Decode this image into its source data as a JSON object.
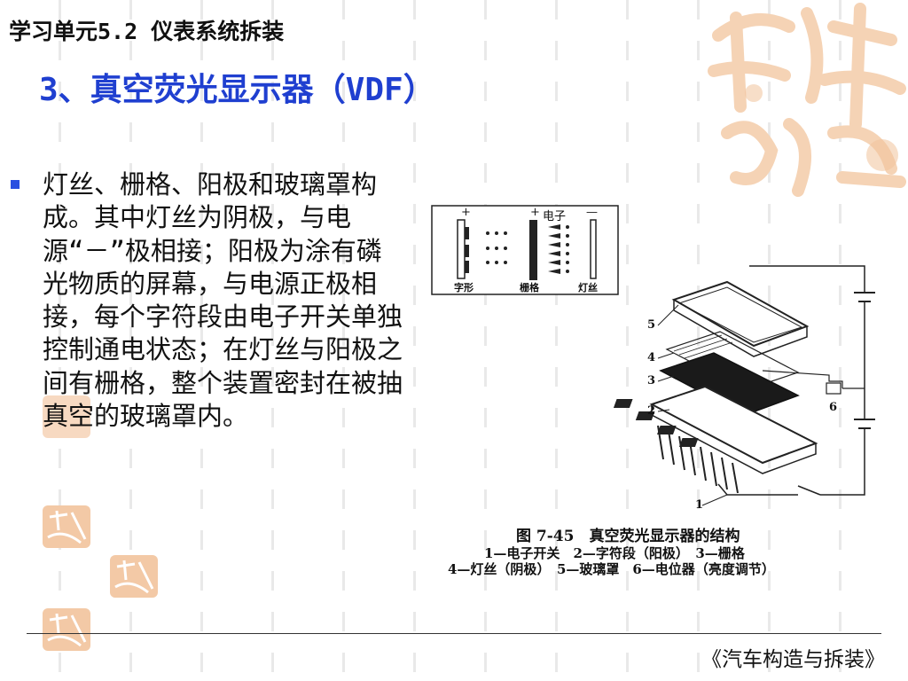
{
  "header": {
    "unit_title": "学习单元5.2 仪表系统拆装",
    "heading": "3、真空荧光显示器（VDF）"
  },
  "body": {
    "bullet_text": "灯丝、栅格、阳极和玻璃罩构成。其中灯丝为阴极，与电源“－”极相接；阳极为涂有磷光物质的屏幕，与电源正极相接，每个字符段由电子开关单独控制通电状态；在灯丝与阳极之间有栅格，整个装置密封在被抽真空的玻璃罩内。"
  },
  "figure": {
    "inset": {
      "plus_left": "+",
      "plus_mid": "+",
      "electron": "电子",
      "minus": "—",
      "label_segment": "字形",
      "label_grid": "栅格",
      "label_filament": "灯丝"
    },
    "part_numbers": [
      "1",
      "2",
      "3",
      "4",
      "5",
      "6"
    ],
    "caption_title": "图 7-45　真空荧光显示器的结构",
    "caption_line1": "1—电子开关　2—字符段（阳极）　3—栅格",
    "caption_line2": "4—灯丝（阴极）　5—玻璃罩　6—电位器（亮度调节）"
  },
  "footer": {
    "book_title": "《汽车构造与拆装》"
  },
  "colors": {
    "heading": "#1f3fd0",
    "bullet": "#2a4fe0",
    "decoration": "#f3c9a6"
  },
  "icons": {
    "decoration": "seal-calligraphy-icon",
    "bullet": "square-bullet-icon"
  }
}
